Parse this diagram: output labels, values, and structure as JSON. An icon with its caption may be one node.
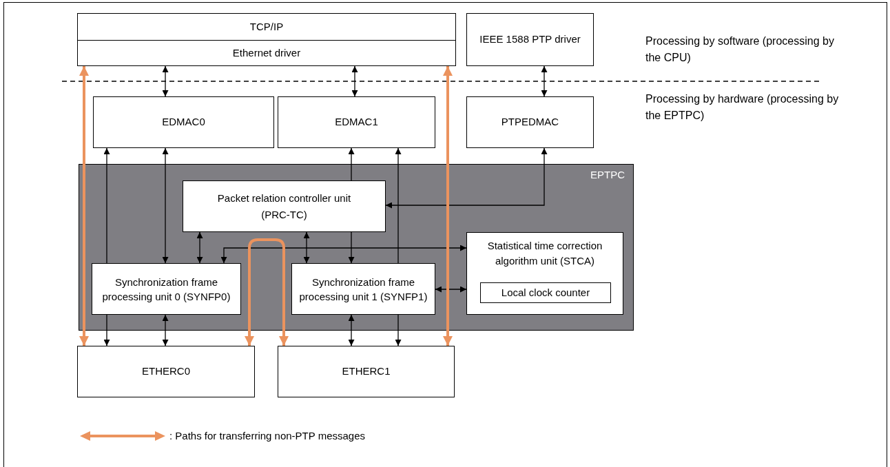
{
  "diagram": {
    "nodes": [
      {
        "text": [
          "TCP/IP"
        ]
      },
      {
        "text": [
          "Ethernet driver"
        ]
      },
      {
        "text": [
          "IEEE 1588 PTP driver"
        ]
      },
      {
        "text": [
          "EDMAC0"
        ]
      },
      {
        "text": [
          "EDMAC1"
        ]
      },
      {
        "text": [
          "PTPEDMAC"
        ]
      },
      {
        "text": [
          "EPTPC"
        ]
      },
      {
        "text": [
          "Packet relation controller unit (PRC-TC)"
        ],
        "in": 6
      },
      {
        "text": [
          "Statistical time correction algorithm unit (STCA)"
        ],
        "in": 6
      },
      {
        "text": [
          "Local clock counter"
        ],
        "in": 8
      },
      {
        "text": [
          "Synchronization frame processing unit 0 (SYNFP0)"
        ],
        "in": 6
      },
      {
        "text": [
          "Synchronization frame processing unit 1 (SYNFP1)"
        ],
        "in": 6
      },
      {
        "text": [
          "ETHERC0"
        ]
      },
      {
        "text": [
          "ETHERC1"
        ]
      }
    ],
    "edges": [
      {
        "from": 1,
        "to": 3,
        "arrow": "both"
      },
      {
        "from": 1,
        "to": 4,
        "arrow": "both"
      },
      {
        "from": 2,
        "to": 5,
        "arrow": "both"
      },
      {
        "from": 10,
        "to": 3,
        "arrow": "to"
      },
      {
        "from": 10,
        "to": 12,
        "arrow": "to"
      },
      {
        "from": 3,
        "to": 10,
        "arrow": "both"
      },
      {
        "from": 10,
        "to": 12,
        "arrow": "both"
      },
      {
        "from": 7,
        "to": 10,
        "arrow": "both"
      },
      {
        "from": 10,
        "to": 8,
        "arrow": "both"
      },
      {
        "from": 7,
        "to": 11,
        "arrow": "both"
      },
      {
        "from": 7,
        "to": 4,
        "arrow": "to"
      },
      {
        "from": 7,
        "to": 11,
        "arrow": "to"
      },
      {
        "from": 11,
        "to": 4,
        "arrow": "to"
      },
      {
        "from": 11,
        "to": 13,
        "arrow": "to"
      },
      {
        "from": 11,
        "to": 13,
        "arrow": "both"
      },
      {
        "from": 5,
        "to": 7,
        "arrow": "both"
      },
      {
        "from": 11,
        "to": 8,
        "arrow": "both"
      },
      {
        "from": 12,
        "to": 1,
        "arrow": "both",
        "style": "thick",
        "color": "#eb935e"
      },
      {
        "from": 13,
        "to": 1,
        "arrow": "both",
        "style": "thick",
        "color": "#eb935e"
      },
      {
        "from": 12,
        "to": 13,
        "arrow": "both",
        "style": "thick",
        "color": "#eb935e"
      }
    ],
    "labels": [
      "Processing by software (processing by the CPU)",
      "Processing by hardware (processing by the EPTPC)"
    ],
    "legend": [
      {
        "text": ": Paths for transferring non-PTP messages"
      }
    ]
  }
}
